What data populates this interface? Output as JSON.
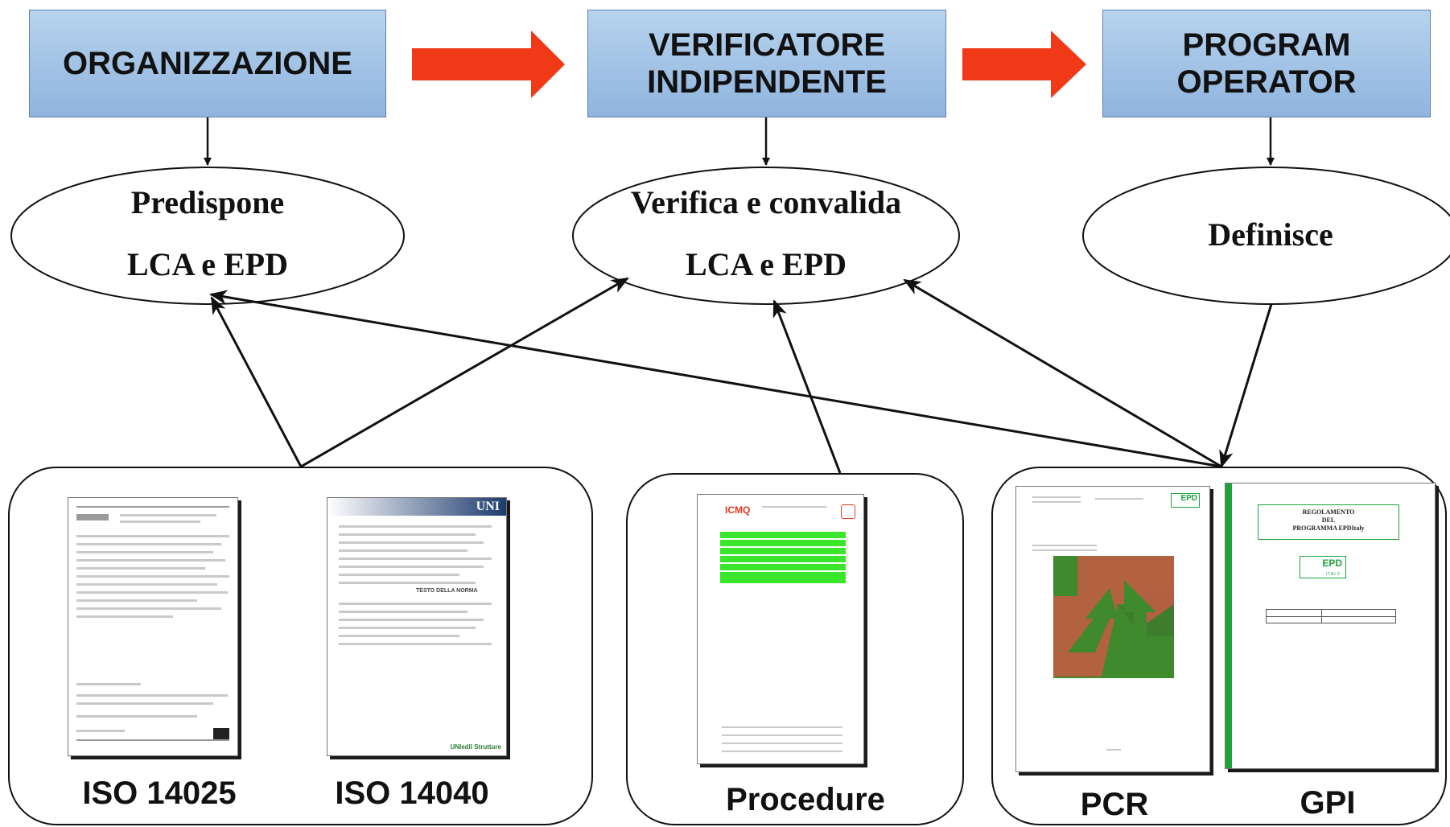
{
  "top_boxes": {
    "organizzazione": "ORGANIZZAZIONE",
    "verificatore_line1": "VERIFICATORE",
    "verificatore_line2": "INDIPENDENTE",
    "program_line1": "PROGRAM",
    "program_line2": "OPERATOR"
  },
  "ellipses": {
    "predispone_line1": "Predispone",
    "predispone_line2": "LCA e EPD",
    "verifica_line1": "Verifica e convalida",
    "verifica_line2": "LCA e EPD",
    "definisce": "Definisce"
  },
  "captions": {
    "iso14025": "ISO 14025",
    "iso14040": "ISO 14040",
    "procedure": "Procedure",
    "pcr": "PCR",
    "gpi": "GPI"
  },
  "docs": {
    "iso14040_logo": "UNI",
    "iso14040_heading": "TESTO DELLA NORMA",
    "iso14040_footer_logo": "UNIedil Strutture",
    "procedure_logo": "ICMQ",
    "pcr_logo": "EPD",
    "gpi_title_line1": "REGOLAMENTO",
    "gpi_title_line2": "DEL",
    "gpi_title_line3": "PROGRAMMA EPDItaly",
    "gpi_logo": "EPD",
    "gpi_logo_sub": "ITALY"
  },
  "colors": {
    "box_top": "#b7d3ee",
    "box_bottom": "#8fb4de",
    "arrow_red": "#f03a17",
    "green_highlight": "#39e629",
    "gpi_green_bar": "#1ea13b"
  }
}
